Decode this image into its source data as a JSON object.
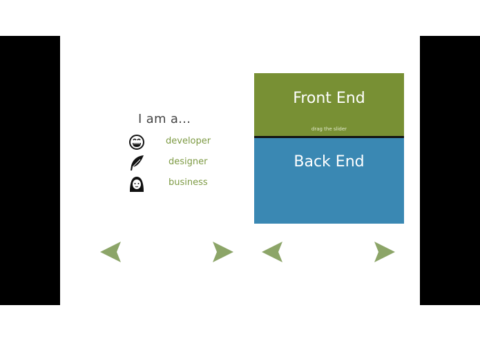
{
  "intro": {
    "heading": "I am a..."
  },
  "roles": [
    {
      "label": "developer",
      "icon": "grin-face-icon"
    },
    {
      "label": "designer",
      "icon": "feather-quill-icon"
    },
    {
      "label": "business",
      "icon": "person-portrait-icon"
    }
  ],
  "slider": {
    "front_label": "Front End",
    "hint": "drag the slider",
    "back_label": "Back End",
    "colors": {
      "front": "#789034",
      "back": "#3a88b3"
    }
  },
  "navigation": {
    "arrow_color": "#8ca568",
    "icons": [
      "arrow-left-icon",
      "arrow-right-icon",
      "arrow-left-icon",
      "arrow-right-icon"
    ]
  }
}
